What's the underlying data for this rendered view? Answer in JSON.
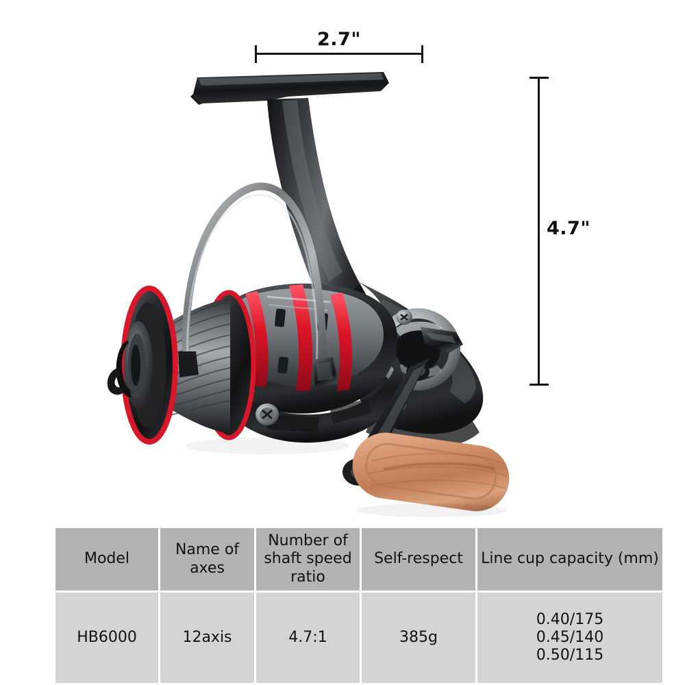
{
  "product": {
    "type": "spinning-fishing-reel",
    "colors": {
      "body_dark": "#2a2b2d",
      "body_mid": "#4a4c4f",
      "body_light": "#8e9093",
      "accent_red": "#d8172b",
      "metal_silver": "#b9bcc0",
      "wood_knob": "#c98a63",
      "background": "#ffffff"
    },
    "parts": [
      "reel-foot",
      "reel-stem",
      "bail-wire",
      "spool",
      "drag-knob",
      "rotor",
      "body-housing",
      "crank-arm",
      "handle-knob"
    ]
  },
  "dimensions": {
    "width_label": "2.7\"",
    "height_label": "4.7\""
  },
  "spec_table": {
    "headers": [
      "Model",
      "Name of axes",
      "Number of shaft speed ratio",
      "Self-respect",
      "Line cup capacity (mm)"
    ],
    "row": {
      "model": "HB6000",
      "axes": "12axis",
      "ratio": "4.7:1",
      "weight": "385g",
      "capacity_lines": [
        "0.40/175",
        "0.45/140",
        "0.50/115"
      ]
    },
    "header_bg": "#b3b3b3",
    "body_bg": "#d4d4d4"
  }
}
